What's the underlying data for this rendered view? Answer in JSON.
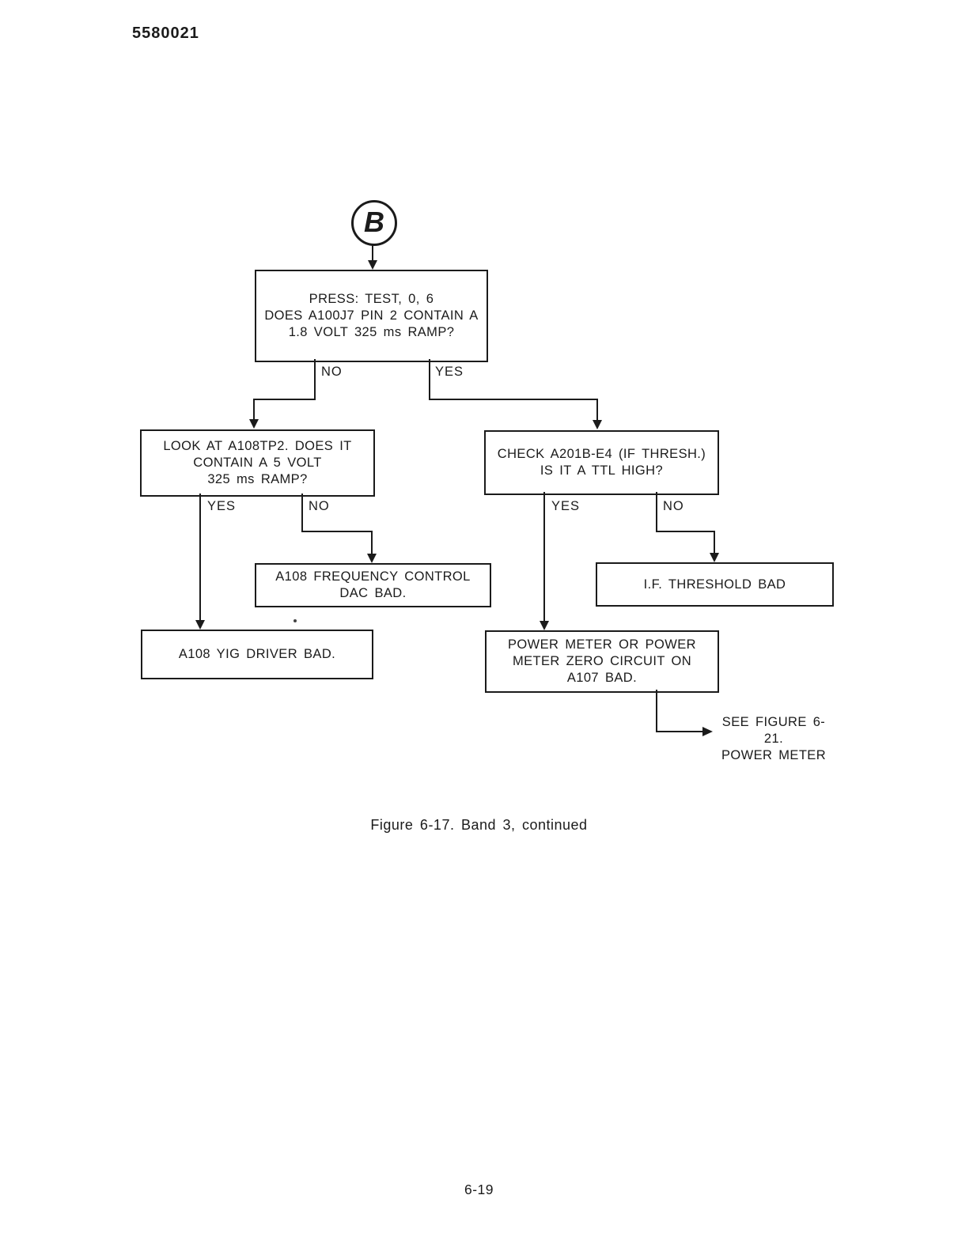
{
  "document": {
    "doc_number": "5580021",
    "caption": "Figure 6-17. Band 3, continued",
    "page_number": "6-19"
  },
  "flowchart": {
    "start_connector": "B",
    "boxes": {
      "press_test": {
        "lines": [
          "PRESS: TEST, 0, 6",
          "DOES A100J7 PIN 2 CONTAIN A",
          "1.8 VOLT 325 ms RAMP?"
        ]
      },
      "look_a108tp2": {
        "lines": [
          "LOOK AT A108TP2. DOES IT",
          "CONTAIN A 5 VOLT",
          "325 ms RAMP?"
        ]
      },
      "check_a201b": {
        "lines": [
          "CHECK A201B-E4 (IF THRESH.)",
          "IS IT A TTL HIGH?"
        ]
      },
      "dac_bad": {
        "lines": [
          "A108 FREQUENCY CONTROL",
          "DAC BAD."
        ]
      },
      "if_threshold_bad": {
        "lines": [
          "I.F. THRESHOLD BAD"
        ]
      },
      "yig_driver_bad": {
        "lines": [
          "A108 YIG DRIVER BAD."
        ]
      },
      "power_meter_bad": {
        "lines": [
          "POWER METER OR POWER",
          "METER ZERO CIRCUIT ON",
          "A107 BAD."
        ]
      }
    },
    "branch_labels": {
      "press_no": "NO",
      "press_yes": "YES",
      "look_yes": "YES",
      "look_no": "NO",
      "check_yes": "YES",
      "check_no": "NO"
    },
    "annotations": {
      "see_figure": {
        "lines": [
          "SEE FIGURE 6-21.",
          "POWER METER"
        ]
      }
    }
  },
  "colors": {
    "ink": "#1b1b1b",
    "paper": "#ffffff"
  }
}
